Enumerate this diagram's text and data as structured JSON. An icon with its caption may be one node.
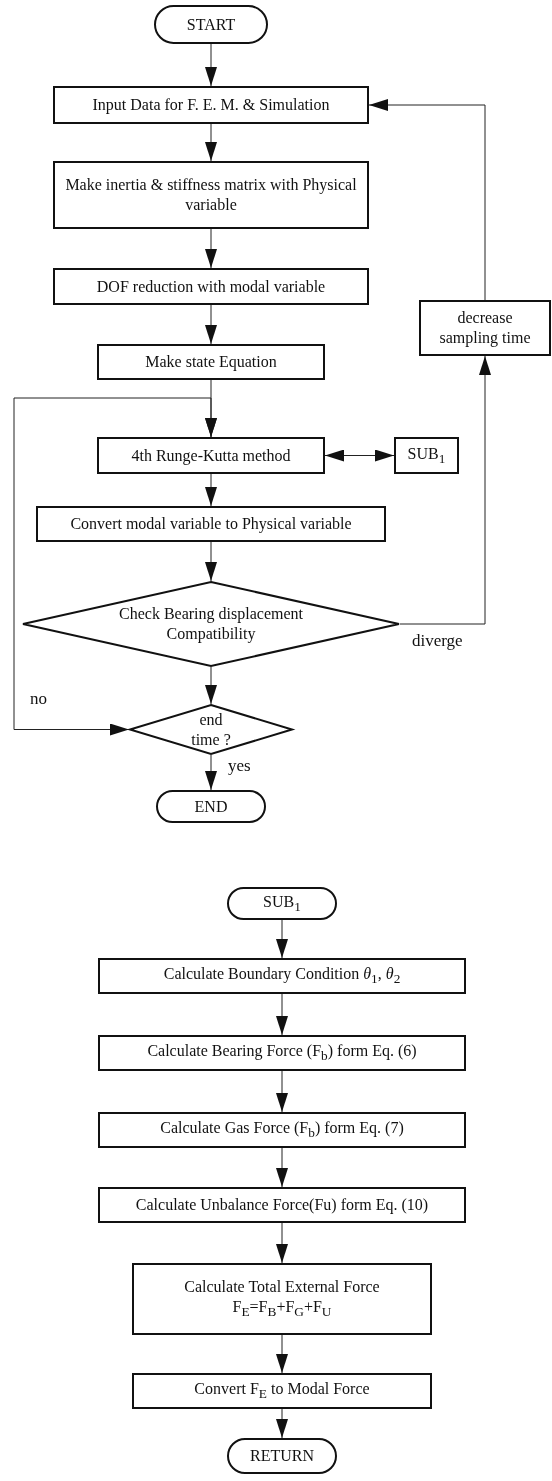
{
  "diagram": {
    "nodes": [
      {
        "text": [
          "START"
        ]
      },
      {
        "text": [
          "Input Data for F. E. M. & Simulation"
        ]
      },
      {
        "text": [
          "Make inertia & stiffness matrix with Physical variable"
        ]
      },
      {
        "text": [
          "DOF reduction with modal variable"
        ]
      },
      {
        "text": [
          "Make state Equation"
        ]
      },
      {
        "text": [
          "4th Runge-Kutta method"
        ]
      },
      {
        "text": [
          "SUB$_{1}$"
        ]
      },
      {
        "text": [
          "decrease sampling time"
        ]
      },
      {
        "text": [
          "Convert modal variable to Physical variable"
        ]
      },
      {
        "text": [
          "Check Bearing displacement Compatibility"
        ]
      },
      {
        "text": [
          "end time ?"
        ]
      },
      {
        "text": [
          "END"
        ]
      },
      {
        "text": [
          "SUB$_{1}$"
        ]
      },
      {
        "text": [
          "Calculate Boundary Condition *θ*$_{1}$, *θ*$_{2}$"
        ]
      },
      {
        "text": [
          "Calculate Bearing Force (F$_{b}$) form Eq. (6)"
        ]
      },
      {
        "text": [
          "Calculate Gas Force (F$_{b}$) form Eq. (7)"
        ]
      },
      {
        "text": [
          "Calculate Unbalance Force(Fu) form Eq. (10)"
        ]
      },
      {
        "text": [
          "Calculate Total External Force",
          "F$_{E}$=F$_{B}$+F$_{G}$+F$_{U}$"
        ]
      },
      {
        "text": [
          "Convert F$_{E}$ to Modal Force"
        ]
      },
      {
        "text": [
          "RETURN"
        ]
      }
    ],
    "edges": [
      {
        "from": 0,
        "to": 1,
        "arrow": "to"
      },
      {
        "from": 1,
        "to": 2,
        "arrow": "to"
      },
      {
        "from": 2,
        "to": 3,
        "arrow": "to"
      },
      {
        "from": 3,
        "to": 4,
        "arrow": "to"
      },
      {
        "from": 4,
        "to": 5,
        "arrow": "to"
      },
      {
        "from": 5,
        "to": 6,
        "arrow": "both"
      },
      {
        "from": 5,
        "to": 8,
        "arrow": "to"
      },
      {
        "from": 8,
        "to": 9,
        "arrow": "to"
      },
      {
        "from": 9,
        "to": 7,
        "arrow": "to",
        "label": "diverge"
      },
      {
        "from": 7,
        "to": 1,
        "arrow": "to"
      },
      {
        "from": 9,
        "to": 10,
        "arrow": "to"
      },
      {
        "from": 10,
        "to": 5,
        "arrow": "both",
        "label": "no"
      },
      {
        "from": 10,
        "to": 11,
        "arrow": "to",
        "label": "yes"
      },
      {
        "from": 12,
        "to": 13,
        "arrow": "to"
      },
      {
        "from": 13,
        "to": 14,
        "arrow": "to"
      },
      {
        "from": 14,
        "to": 15,
        "arrow": "to"
      },
      {
        "from": 15,
        "to": 16,
        "arrow": "to"
      },
      {
        "from": 16,
        "to": 17,
        "arrow": "to"
      },
      {
        "from": 17,
        "to": 18,
        "arrow": "to"
      },
      {
        "from": 18,
        "to": 19,
        "arrow": "to"
      }
    ]
  }
}
